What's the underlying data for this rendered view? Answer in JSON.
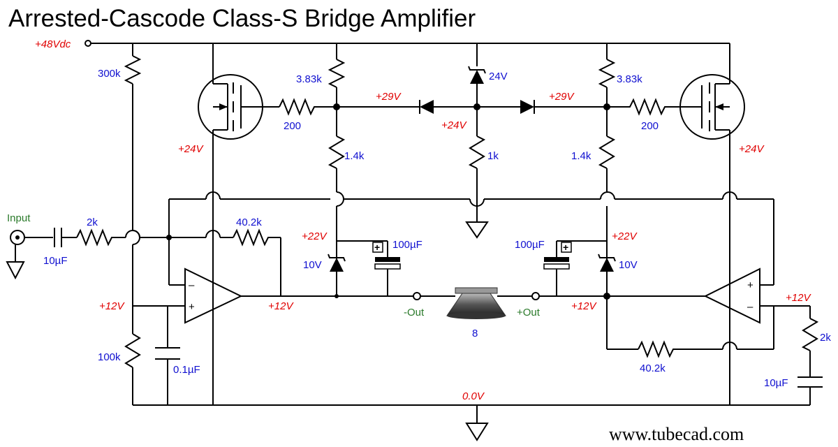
{
  "title": "Arrested-Cascode Class-S Bridge Amplifier",
  "website": "www.tubecad.com",
  "supply": {
    "rail": "+48Vdc",
    "ground_label": "0.0V"
  },
  "labels": {
    "input": "Input",
    "neg_out": "-Out",
    "pos_out": "+Out",
    "speaker": "8"
  },
  "voltages": {
    "v24_left": "+24V",
    "v24_right": "+24V",
    "v24_mid": "+24V",
    "v29_left": "+29V",
    "v29_right": "+29V",
    "v22_left": "+22V",
    "v22_right": "+22V",
    "v12_bias": "+12V",
    "v12_out_left": "+12V",
    "v12_out_right": "+12V",
    "v12_right_in": "+12V"
  },
  "components": {
    "r_bias_top": "300k",
    "r_bias_bot": "100k",
    "c_bias": "0.1µF",
    "c_in": "10µF",
    "r_in": "2k",
    "r_fb_left": "40.2k",
    "r_fb_right": "40.2k",
    "r_div_top_left": "3.83k",
    "r_div_top_right": "3.83k",
    "r_gate_left": "200",
    "r_gate_right": "200",
    "r_div_bot_left": "1.4k",
    "r_div_bot_right": "1.4k",
    "r_zener_mid": "1k",
    "z_mid": "24V",
    "z_left": "10V",
    "z_right": "10V",
    "c_bulk_left": "100µF",
    "c_bulk_right": "100µF",
    "r_in_right": "2k",
    "c_in_right": "10µF"
  },
  "colors": {
    "component": "#1010d0",
    "voltage": "#e00000",
    "node": "#2a7a2a"
  }
}
